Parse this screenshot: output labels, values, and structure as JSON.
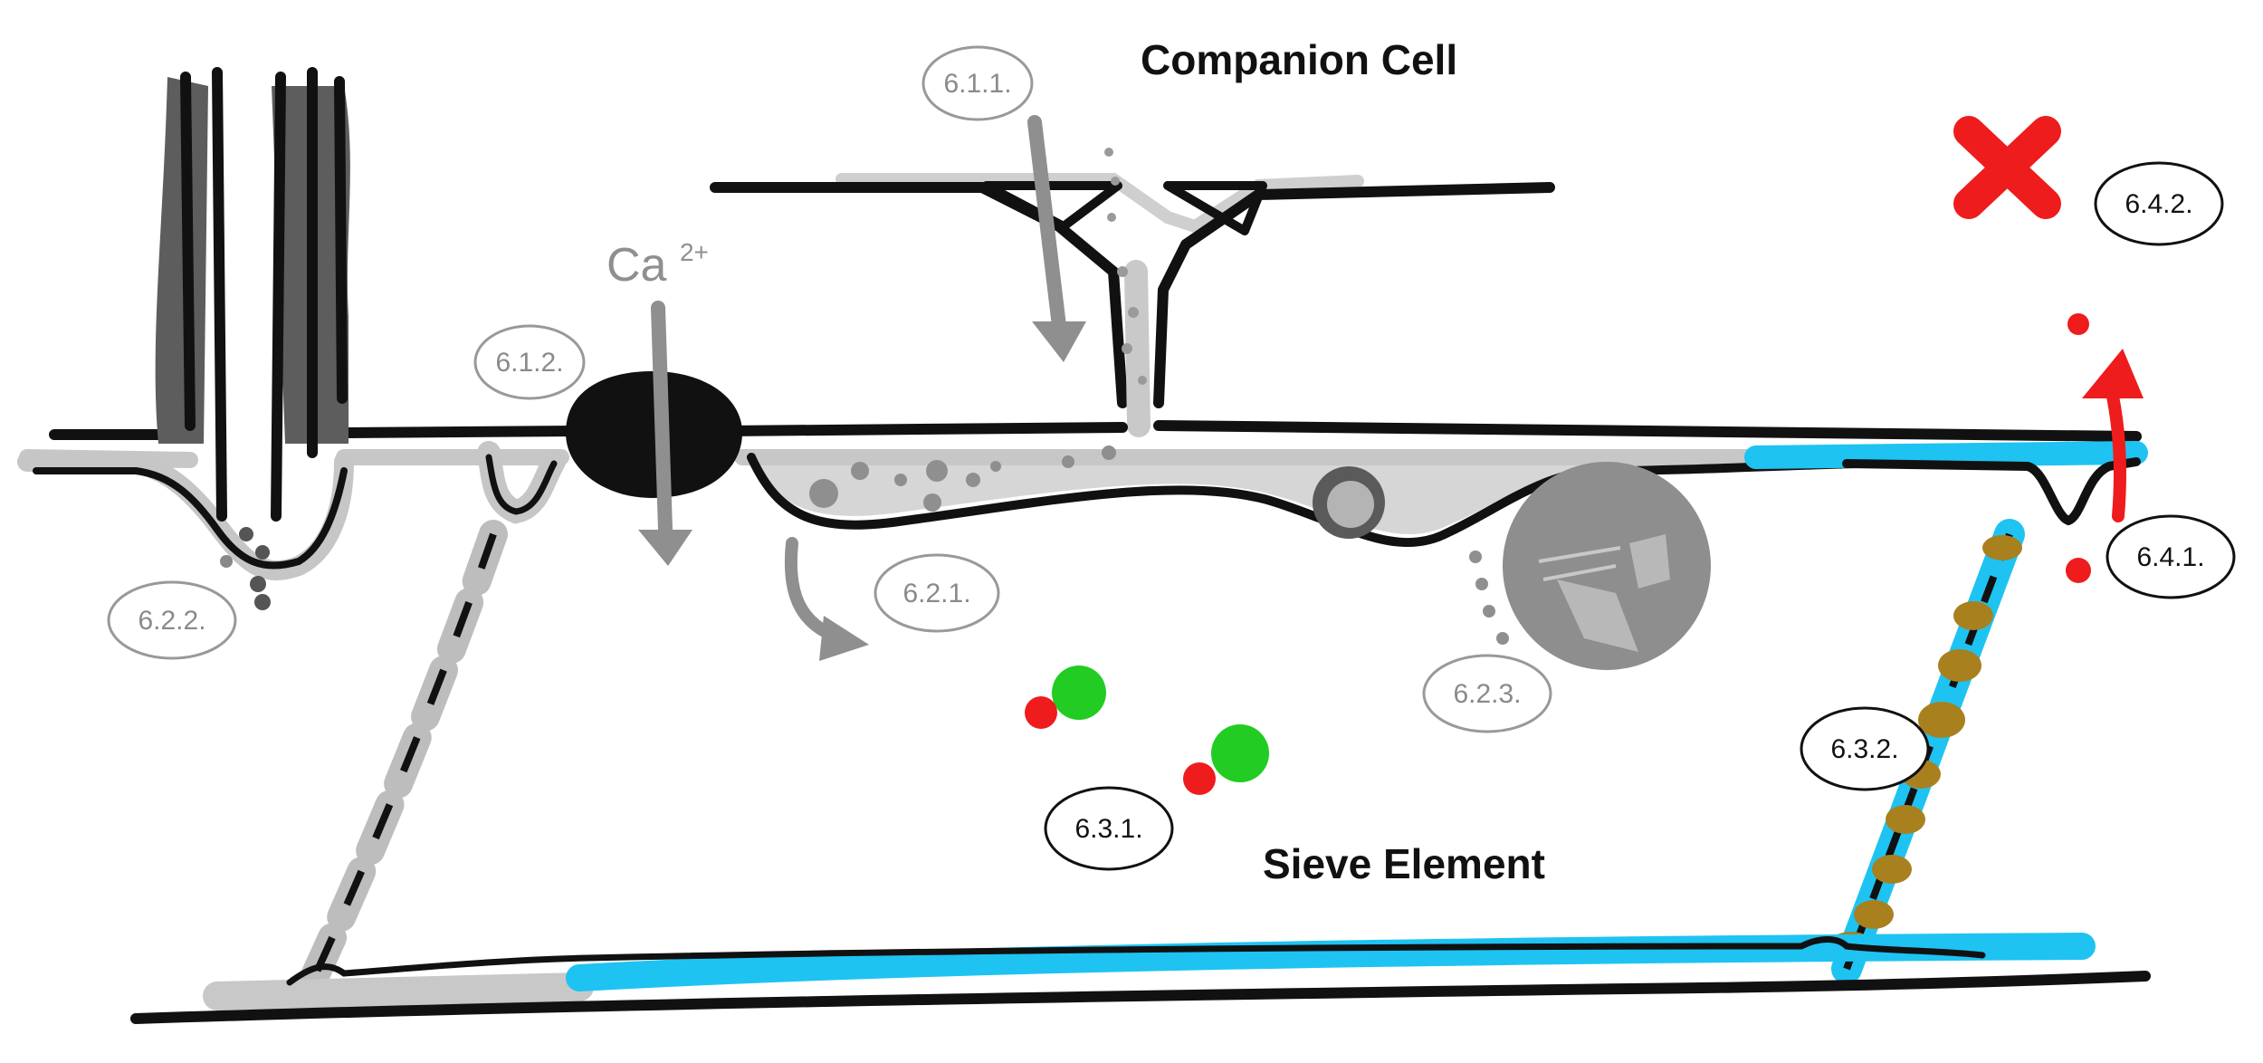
{
  "titles": {
    "companion_cell": "Companion Cell",
    "sieve_element": "Sieve Element"
  },
  "ion": {
    "base": "Ca",
    "superscript": "2+"
  },
  "labels": {
    "l_6_1_1": "6.1.1.",
    "l_6_1_2": "6.1.2.",
    "l_6_2_1": "6.2.1.",
    "l_6_2_2": "6.2.2.",
    "l_6_2_3": "6.2.3.",
    "l_6_3_1": "6.3.1.",
    "l_6_3_2": "6.3.2.",
    "l_6_4_1": "6.4.1.",
    "l_6_4_2": "6.4.2."
  },
  "colors": {
    "outline": "#111111",
    "grey_fill": "#d4d4d4",
    "grey_mid": "#8f8f8f",
    "callose_blue": "#1ec3f2",
    "protein_brown": "#a8801e",
    "red": "#ee1c1c",
    "green": "#22cc22"
  }
}
